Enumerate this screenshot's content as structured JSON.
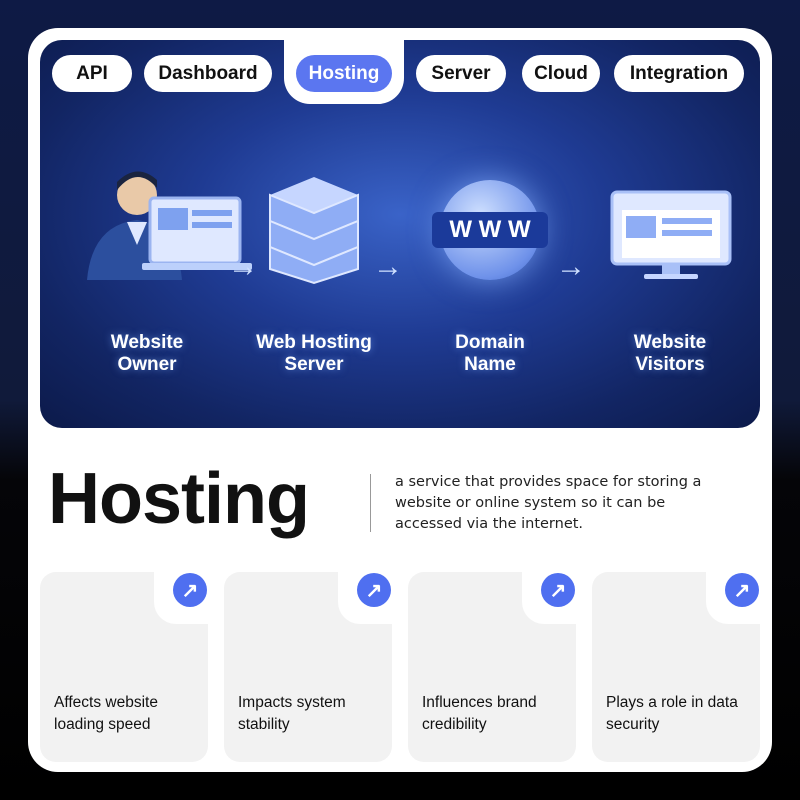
{
  "tabs": [
    {
      "label": "API"
    },
    {
      "label": "Dashboard"
    },
    {
      "label": "Hosting",
      "active": true
    },
    {
      "label": "Server"
    },
    {
      "label": "Cloud"
    },
    {
      "label": "Integration"
    }
  ],
  "diagram": {
    "steps": [
      {
        "line1": "Website",
        "line2": "Owner",
        "icon": "person-laptop-icon"
      },
      {
        "line1": "Web Hosting",
        "line2": "Server",
        "icon": "server-icon"
      },
      {
        "line1": "Domain",
        "line2": "Name",
        "icon": "globe-www-icon"
      },
      {
        "line1": "Website",
        "line2": "Visitors",
        "icon": "monitor-icon"
      }
    ],
    "globe_text": "W W W"
  },
  "heading": {
    "title": "Hosting",
    "description": "a service that provides space for storing a website or online system so it can be accessed via the internet."
  },
  "features": [
    {
      "text": "Affects website loading speed"
    },
    {
      "text": "Impacts system stability"
    },
    {
      "text": "Influences brand credibility"
    },
    {
      "text": "Plays a role in data security"
    }
  ],
  "colors": {
    "accent": "#5b76f0",
    "hero": "#1f3b93"
  }
}
